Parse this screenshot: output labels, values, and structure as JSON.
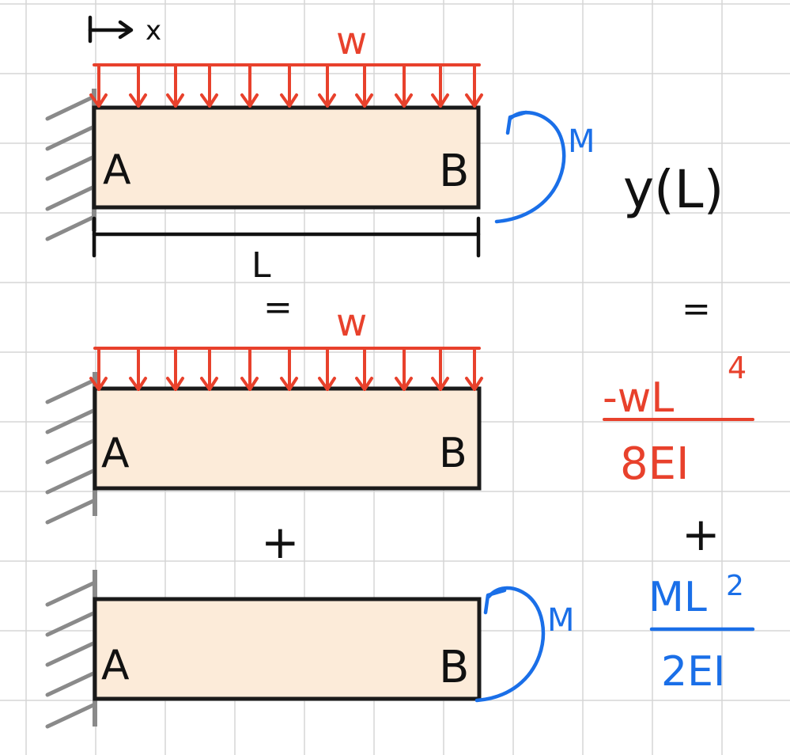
{
  "colors": {
    "load": "#e8412c",
    "moment": "#1a6fe8",
    "ink": "#111111",
    "beam_fill": "#fcebd9",
    "wall": "#8a8a8a",
    "grid": "#d6d6d6"
  },
  "coordinate_label": "x",
  "diagrams": [
    {
      "load_label": "w",
      "left_label": "A",
      "right_label": "B",
      "moment_label": "M",
      "length_label": "L"
    },
    {
      "load_label": "w",
      "left_label": "A",
      "right_label": "B"
    },
    {
      "left_label": "A",
      "right_label": "B",
      "moment_label": "M"
    }
  ],
  "operators": {
    "equals": "=",
    "plus": "+"
  },
  "equation": {
    "lhs": "y(L)",
    "equals": "=",
    "term1": {
      "numerator": "-wL",
      "exponent": "4",
      "denominator": "8EI"
    },
    "plus": "+",
    "term2": {
      "numerator": "ML",
      "exponent": "2",
      "denominator": "2EI"
    }
  }
}
